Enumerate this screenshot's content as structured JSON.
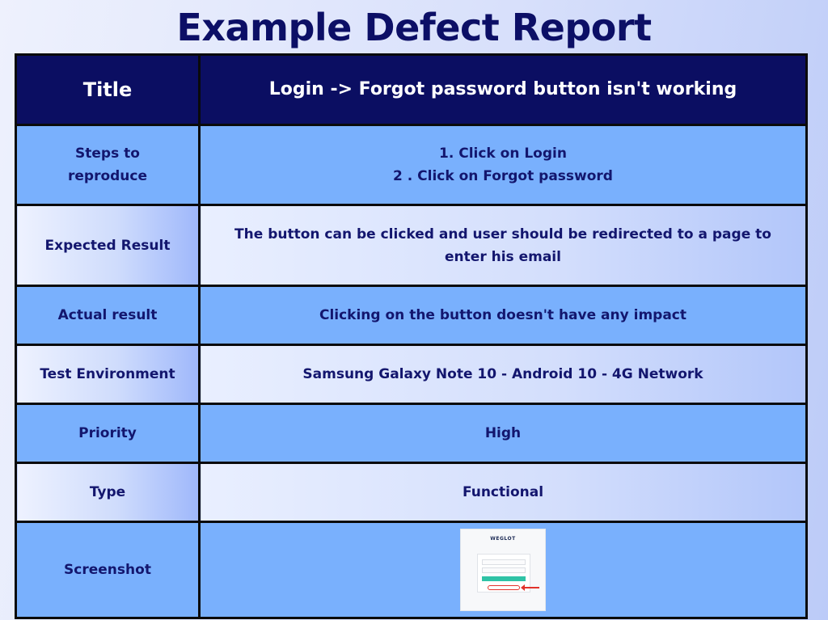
{
  "page": {
    "title": "Example Defect Report"
  },
  "report": {
    "title_label": "Title",
    "title_value": "Login -> Forgot password button isn't working",
    "steps_label_line1": "Steps to",
    "steps_label_line2": "reproduce",
    "steps": [
      "1. Click on Login",
      "2 . Click on Forgot password"
    ],
    "expected_label": "Expected Result",
    "expected_value_line1": "The button can be clicked and user should be redirected to a page to",
    "expected_value_line2": "enter his email",
    "actual_label": "Actual result",
    "actual_value": "Clicking on the button doesn't have any impact",
    "environment_label": "Test Environment",
    "environment_value": "Samsung Galaxy Note 10 - Android 10 - 4G Network",
    "priority_label": "Priority",
    "priority_value": "High",
    "type_label": "Type",
    "type_value": "Functional",
    "screenshot_label": "Screenshot"
  },
  "screenshot": {
    "brand": "WEGLOT"
  },
  "colors": {
    "header_bg": "#0b0e62",
    "blue_row_bg": "#79b0fd",
    "text_navy": "#13166e",
    "highlight_red": "#e2322b",
    "button_teal": "#2fc3a6"
  },
  "icons": [
    "red-arrow-icon"
  ]
}
